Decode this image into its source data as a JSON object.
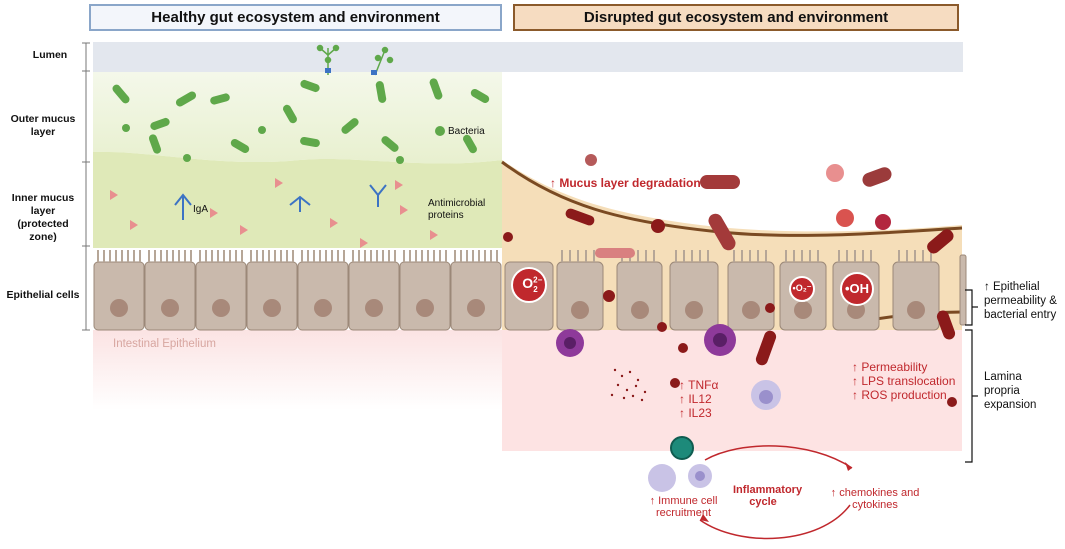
{
  "panels": {
    "healthy_title": "Healthy gut ecosystem and environment",
    "disrupted_title": "Disrupted gut ecosystem and environment"
  },
  "layers": {
    "lumen": "Lumen",
    "outer_mucus": "Outer mucus layer",
    "inner_mucus": "Inner mucus layer (protected zone)",
    "epithelial": "Epithelial cells"
  },
  "healthy": {
    "bacteria": "Bacteria",
    "iga": "IgA",
    "antimicrobial": "Antimicrobial proteins",
    "intestinal_epithelium": "Intestinal Epithelium"
  },
  "disrupted": {
    "mucus_degradation": "↑ Mucus layer degradation",
    "ros1_main": "O",
    "ros1_sup": "2−",
    "ros1_sub": "2",
    "ros2": "•O₂⁻",
    "ros3": "•OH",
    "cytokines": [
      "↑ TNFα",
      "↑ IL12",
      "↑ IL23"
    ],
    "effects": [
      "↑ Permeability",
      "↑ LPS translocation",
      "↑ ROS production"
    ],
    "cycle_title": "Inflammatory cycle",
    "immune_recruitment": "↑ Immune cell recruitment",
    "chemokines": "↑ chemokines and cytokines"
  },
  "right_labels": {
    "permeability": "↑ Epithelial permeability & bacterial entry",
    "lamina": "Lamina propria expansion"
  },
  "colors": {
    "bacteria_green": "#5fa84a",
    "mucus_outer": "#eef4dc",
    "mucus_inner": "#dfe9b8",
    "cell_fill": "#c9b9ac",
    "disrupted_red": "#c0282d",
    "dark_red": "#8b1a1a"
  }
}
